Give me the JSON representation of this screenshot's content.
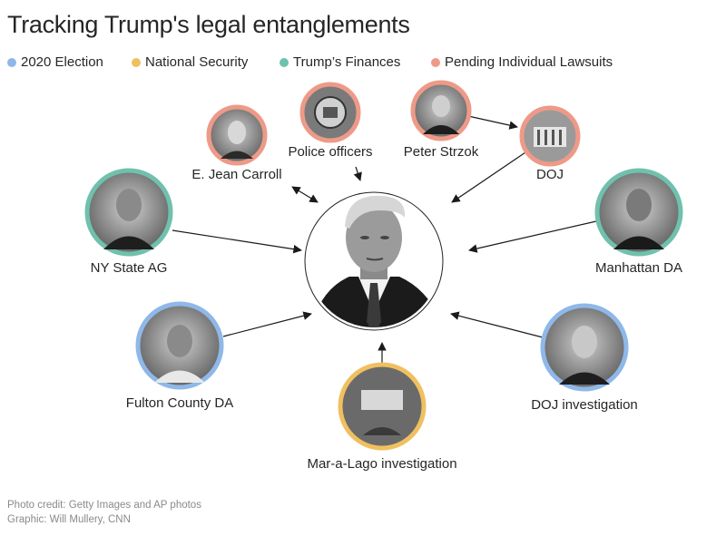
{
  "title": "Tracking Trump's legal entanglements",
  "legend": [
    {
      "label": "2020 Election",
      "color": "#8fb8e8"
    },
    {
      "label": "National Security",
      "color": "#f0c060"
    },
    {
      "label": "Trump’s Finances",
      "color": "#6fc1ae"
    },
    {
      "label": "Pending Individual Lawsuits",
      "color": "#ee9a88"
    }
  ],
  "nodes": {
    "carroll": {
      "label": "E. Jean Carroll",
      "category": "Pending Individual Lawsuits"
    },
    "police": {
      "label": "Police officers",
      "category": "Pending Individual Lawsuits"
    },
    "strzok": {
      "label": "Peter Strzok",
      "category": "Pending Individual Lawsuits"
    },
    "doj": {
      "label": "DOJ",
      "category": "Pending Individual Lawsuits"
    },
    "nyag": {
      "label": "NY State AG",
      "category": "Trump’s Finances"
    },
    "manhattan": {
      "label": "Manhattan DA",
      "category": "Trump’s Finances"
    },
    "fulton": {
      "label": "Fulton County DA",
      "category": "2020 Election"
    },
    "dojinv": {
      "label": "DOJ investigation",
      "category": "2020 Election"
    },
    "maralago": {
      "label": "Mar-a-Lago investigation",
      "category": "National Security"
    }
  },
  "credits": {
    "photo": "Photo credit: Getty Images and AP photos",
    "graphic": "Graphic: Will Mullery, CNN"
  }
}
